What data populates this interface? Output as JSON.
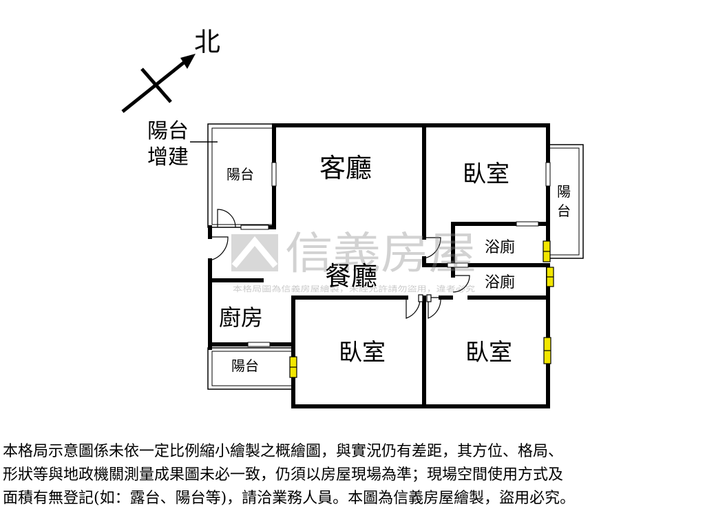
{
  "compass": {
    "north_label": "北"
  },
  "annotations": {
    "balcony_addition_line1": "陽台",
    "balcony_addition_line2": "增建"
  },
  "rooms": {
    "balcony_nw": "陽台",
    "living_room": "客廳",
    "bedroom_ne": "臥室",
    "balcony_e_line1": "陽",
    "balcony_e_line2": "台",
    "bath_1": "浴廁",
    "bath_2": "浴廁",
    "dining_room": "餐廳",
    "kitchen": "廚房",
    "balcony_sw": "陽台",
    "bedroom_sc": "臥室",
    "bedroom_se": "臥室"
  },
  "watermark": {
    "logo_text": "信義房屋",
    "small_text": "本格局圖為信義房屋繪製，未經允許請勿盜用，違者必究"
  },
  "disclaimer": {
    "line1": "本格局示意圖係未依一定比例縮小繪製之概繪圖，與實況仍有差距，其方位、格局、",
    "line2": "形狀等與地政機關測量成果圖未必一致，仍須以房屋現場為準；現場空間使用方式及",
    "line3": "面積有無登記(如：露台、陽台等)，請洽業務人員。本圖為信義房屋繪製，盜用必究。"
  }
}
